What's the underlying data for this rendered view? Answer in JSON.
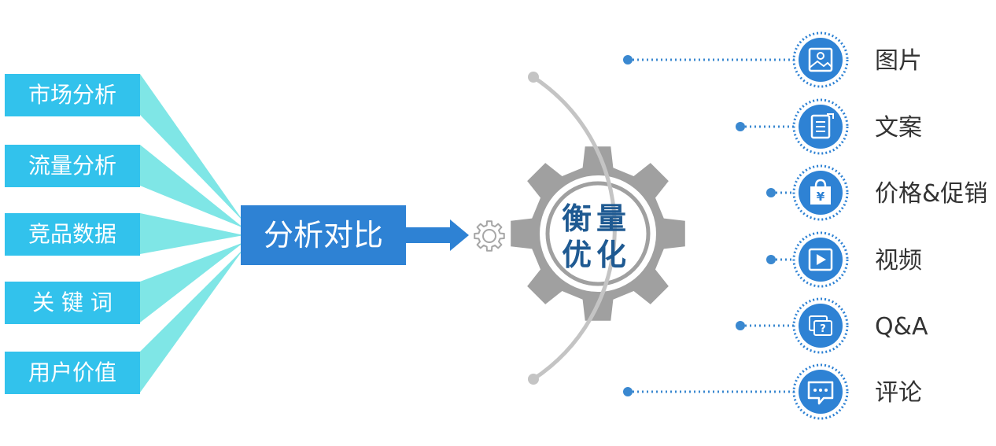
{
  "inputs": [
    {
      "label": "市场分析"
    },
    {
      "label": "流量分析"
    },
    {
      "label": "竞品数据"
    },
    {
      "label": "关 键 词"
    },
    {
      "label": "用户价值"
    }
  ],
  "hub": {
    "label": "分析对比"
  },
  "center": {
    "line1": "衡量",
    "line2": "优化"
  },
  "outputs": [
    {
      "label": "图片",
      "icon": "image-icon"
    },
    {
      "label": "文案",
      "icon": "document-icon"
    },
    {
      "label": "价格&促销",
      "icon": "shopping-bag-yen-icon"
    },
    {
      "label": "视频",
      "icon": "video-play-icon"
    },
    {
      "label": "Q&A",
      "icon": "question-chat-icon"
    },
    {
      "label": "评论",
      "icon": "comment-bubble-icon"
    }
  ],
  "colors": {
    "input_box": "#32c2ec",
    "fan": "#7fe6e6",
    "hub_box": "#2e82d4",
    "gear": "#a0a0a0",
    "gear_text": "#1f5a92",
    "arc": "#c4c4c4",
    "icon_circle": "#2e82d4",
    "connector": "#3a88d0"
  }
}
